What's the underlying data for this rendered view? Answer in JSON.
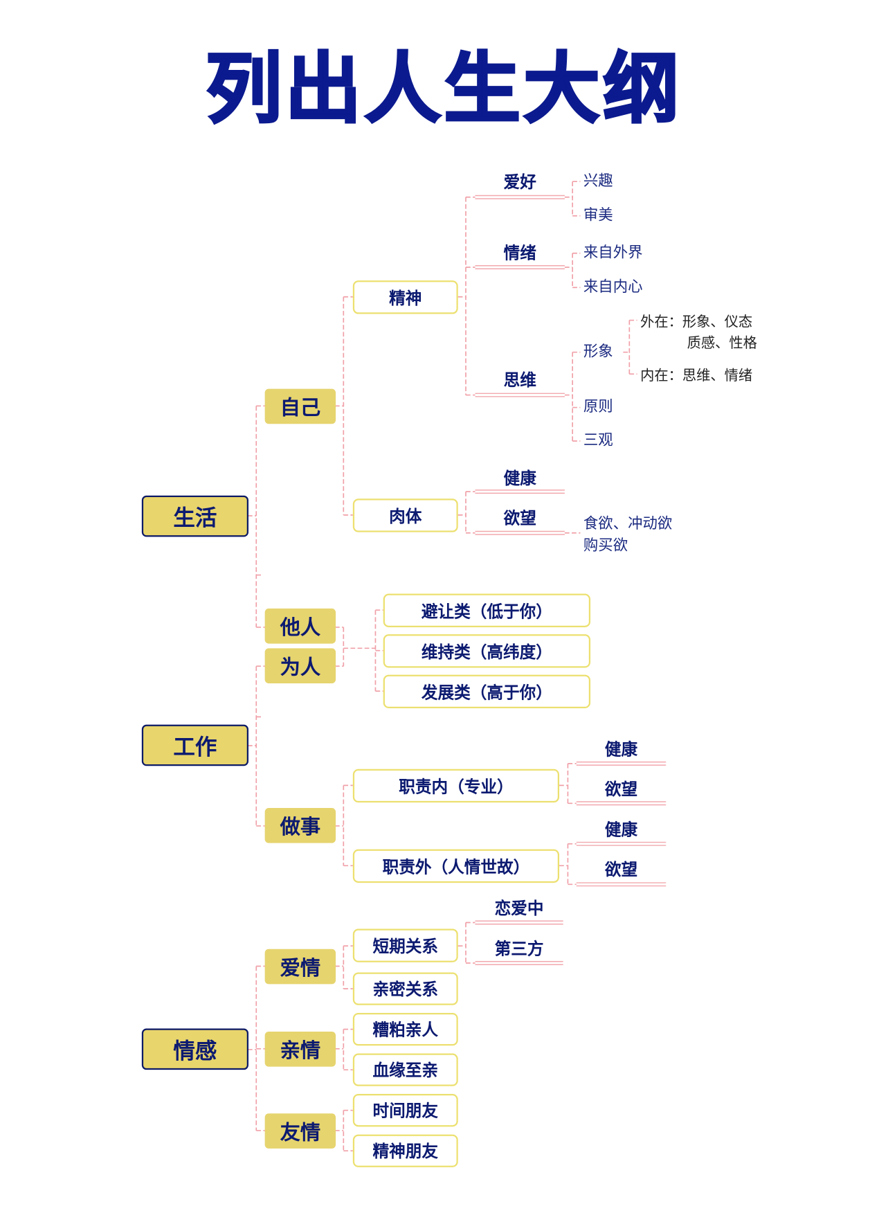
{
  "title": "列出人生大纲",
  "colors": {
    "title": "#0b1a8e",
    "node_text": "#0c1a70",
    "yellow": "#e6d46e",
    "connector": "#f0a0a8"
  },
  "root": {
    "life": "生活",
    "work": "工作",
    "emotion": "情感"
  },
  "life": {
    "self": "自己",
    "others": "他人",
    "spirit": "精神",
    "body": "肉体",
    "hobby": "爱好",
    "hobby_items": [
      "兴趣",
      "审美"
    ],
    "mood": "情绪",
    "mood_items": [
      "来自外界",
      "来自内心"
    ],
    "thinking": "思维",
    "thinking_items": [
      "形象",
      "原则",
      "三观"
    ],
    "image_items": [
      "外在：形象、仪态",
      "质感、性格",
      "内在：思维、情绪"
    ],
    "health": "健康",
    "desire": "欲望",
    "desire_items": [
      "食欲、冲动欲",
      "购买欲"
    ]
  },
  "work": {
    "conduct": "为人",
    "conduct_items": [
      "避让类（低于你）",
      "维持类（高纬度）",
      "发展类（高于你）"
    ],
    "doing": "做事",
    "in_duty": "职责内（专业）",
    "out_duty": "职责外（人情世故）",
    "sub": [
      "健康",
      "欲望",
      "健康",
      "欲望"
    ]
  },
  "emotion": {
    "love": "爱情",
    "love_items": [
      "短期关系",
      "亲密关系"
    ],
    "short_items": [
      "恋爱中",
      "第三方"
    ],
    "family": "亲情",
    "family_items": [
      "糟粕亲人",
      "血缘至亲"
    ],
    "friend": "友情",
    "friend_items": [
      "时间朋友",
      "精神朋友"
    ]
  }
}
